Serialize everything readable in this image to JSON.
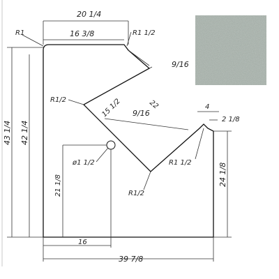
{
  "drawing": {
    "title": "",
    "labels": {
      "overall_width_top": "20 1/4",
      "inner_width_top": "16 3/8",
      "radius_top_left": "R1",
      "radius_top_notch": "R1 1/2",
      "radius_upper_left": "R1/2",
      "diag_depth": "15 1/2",
      "diag_length": "22",
      "diag_width_left": "9/16",
      "diag_width_right": "9/16",
      "right_top_width": "4",
      "right_top_offset": "2 1/8",
      "radius_right_notch": "R1 1/2",
      "radius_bottom_vertex": "R1/2",
      "hole_diameter": "ø1 1/2",
      "hole_height": "21 1/8",
      "hole_x": "16",
      "overall_width_bottom": "39 7/8",
      "overall_height_outer": "43 1/4",
      "overall_height_inner": "42 1/4",
      "right_height": "24 1/8"
    }
  },
  "swatch": {
    "color": "#a0aaa3",
    "name": "stone-texture"
  }
}
